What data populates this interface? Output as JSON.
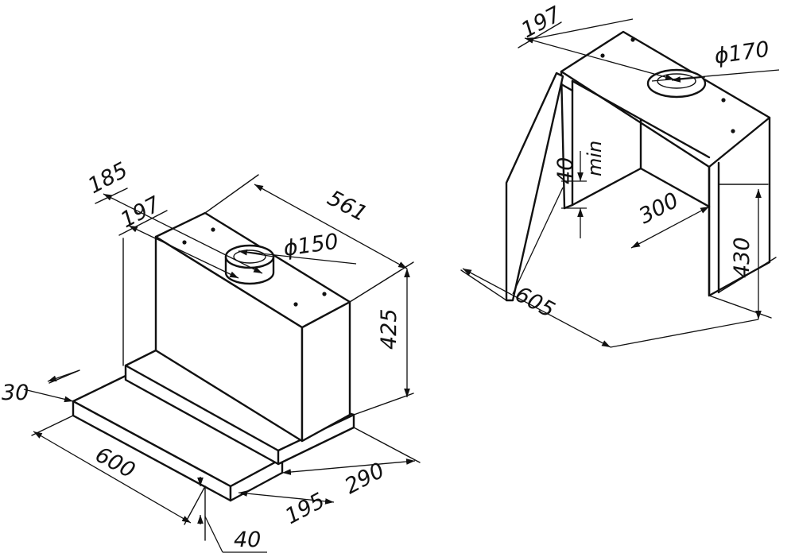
{
  "left_drawing": {
    "dims": {
      "d185": "185",
      "d197": "197",
      "d561": "561",
      "d150": "ϕ150",
      "d425": "425",
      "d30": "30",
      "d600": "600",
      "d290": "290",
      "d195": "195",
      "d40": "40"
    }
  },
  "right_drawing": {
    "dims": {
      "d197": "197",
      "d170": "ϕ170",
      "d40": "40",
      "min": "min",
      "d300": "300",
      "d430": "430",
      "d605": "605"
    }
  }
}
